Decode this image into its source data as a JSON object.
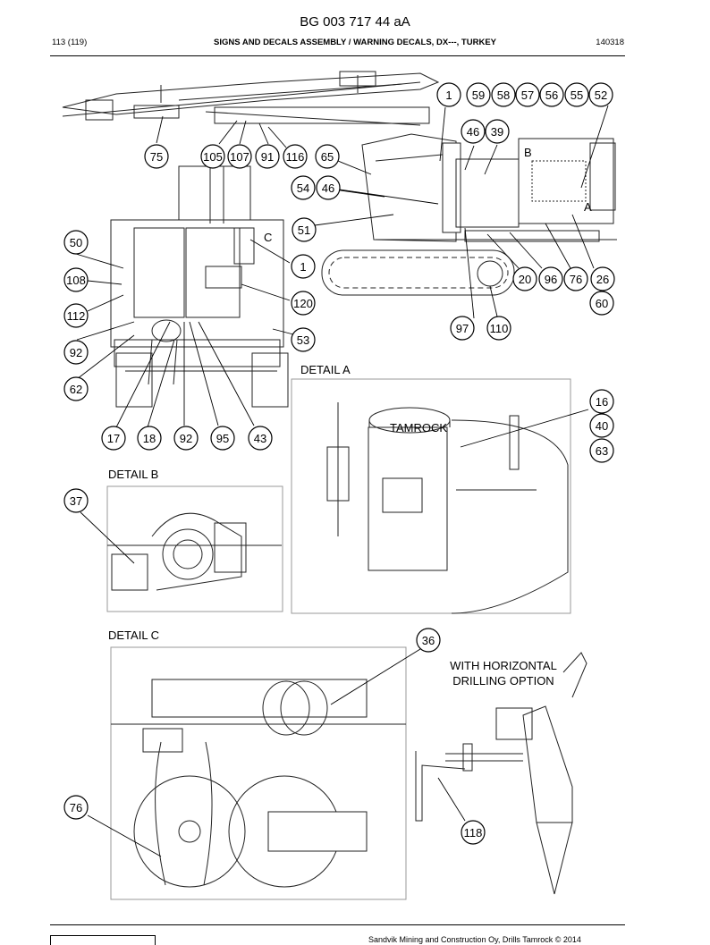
{
  "header": {
    "doc_id": "BG 003 717 44 aA",
    "page": "113 (119)",
    "title": "SIGNS AND DECALS ASSEMBLY / WARNING DECALS, DX---, TURKEY",
    "date": "140318"
  },
  "details": {
    "detail_a": "DETAIL A",
    "detail_b": "DETAIL B",
    "detail_c": "DETAIL C",
    "horiz_line1": "WITH HORIZONTAL",
    "horiz_line2": "DRILLING OPTION"
  },
  "letters": {
    "a": "A",
    "b": "B",
    "c": "C"
  },
  "decal_text": "TAMROCK",
  "callouts": [
    "1",
    "59",
    "58",
    "57",
    "56",
    "55",
    "52",
    "46",
    "39",
    "75",
    "105",
    "107",
    "91",
    "116",
    "65",
    "54",
    "46",
    "51",
    "50",
    "108",
    "112",
    "92",
    "62",
    "1",
    "120",
    "53",
    "20",
    "96",
    "76",
    "26",
    "60",
    "97",
    "110",
    "17",
    "18",
    "92",
    "95",
    "43",
    "16",
    "40",
    "63",
    "37",
    "36",
    "76",
    "118"
  ],
  "footer": {
    "copyright": "Sandvik Mining and Construction Oy, Drills Tamrock © 2014"
  }
}
